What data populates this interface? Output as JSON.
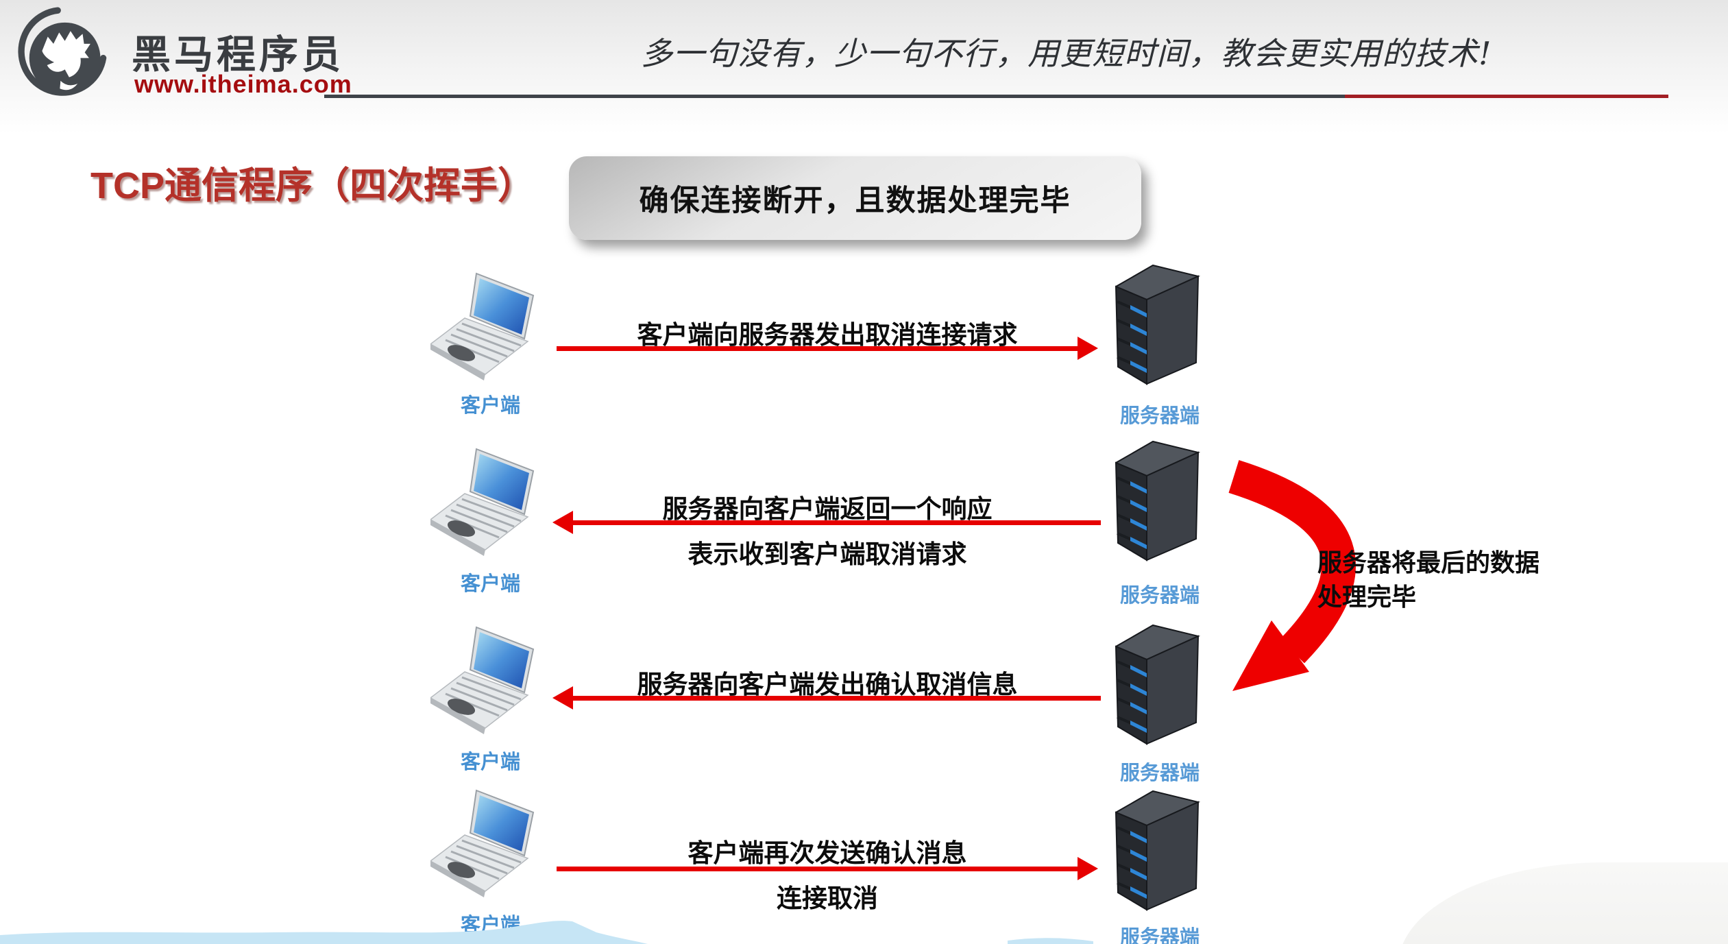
{
  "header": {
    "brand_name": "黑马程序员",
    "brand_url": "www.itheima.com",
    "slogan": "多一句没有，少一句不行，用更短时间，教会更实用的技术!"
  },
  "title": "TCP通信程序（四次挥手）",
  "callout": "确保连接断开，且数据处理完毕",
  "diagram": {
    "client_label": "客户端",
    "server_label": "服务器端",
    "steps": [
      {
        "direction": "right",
        "line1": "客户端向服务器发出取消连接请求",
        "line2": ""
      },
      {
        "direction": "left",
        "line1": "服务器向客户端返回一个响应",
        "line2": "表示收到客户端取消请求"
      },
      {
        "direction": "left",
        "line1": "服务器向客户端发出确认取消信息",
        "line2": ""
      },
      {
        "direction": "right",
        "line1": "客户端再次发送确认消息",
        "line2": "连接取消"
      }
    ],
    "side_note": {
      "line1": "服务器将最后的数据",
      "line2": "处理完毕"
    }
  },
  "colors": {
    "arrow_red": "#e60000",
    "curve_red": "#ee0000",
    "title_red": "#b43129",
    "label_blue": "#4590d2",
    "rule_dark": "#3f444a",
    "rule_red": "#a21f24",
    "brand_url_red": "#a50d10",
    "wave_blue": "#c6e5f5"
  }
}
